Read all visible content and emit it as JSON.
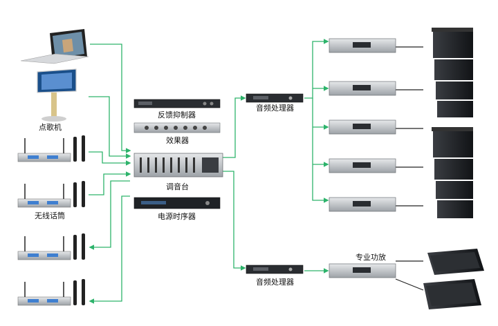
{
  "labels": {
    "jukebox": "点歌机",
    "wireless_mic": "无线话筒",
    "feedback_suppressor": "反馈抑制器",
    "effects": "效果器",
    "mixer": "调音台",
    "power_sequencer": "电源时序器",
    "audio_processor_top": "音频处理器",
    "audio_processor_bottom": "音频处理器",
    "pro_amp": "专业功放"
  },
  "colors": {
    "line": "#2db36b",
    "arrow": "#2db36b",
    "rack_body": "#c9ccd0",
    "rack_dark": "#2a2d31",
    "speaker": "#1d1f22"
  },
  "icons": {
    "laptop": "laptop-icon",
    "touchscreen": "touchscreen-kiosk-icon",
    "mic_receiver": "wireless-mic-receiver-icon",
    "rack_unit": "rack-unit-icon",
    "amplifier": "amplifier-icon",
    "line_array": "line-array-speaker-icon",
    "stage_monitor": "stage-monitor-speaker-icon"
  }
}
